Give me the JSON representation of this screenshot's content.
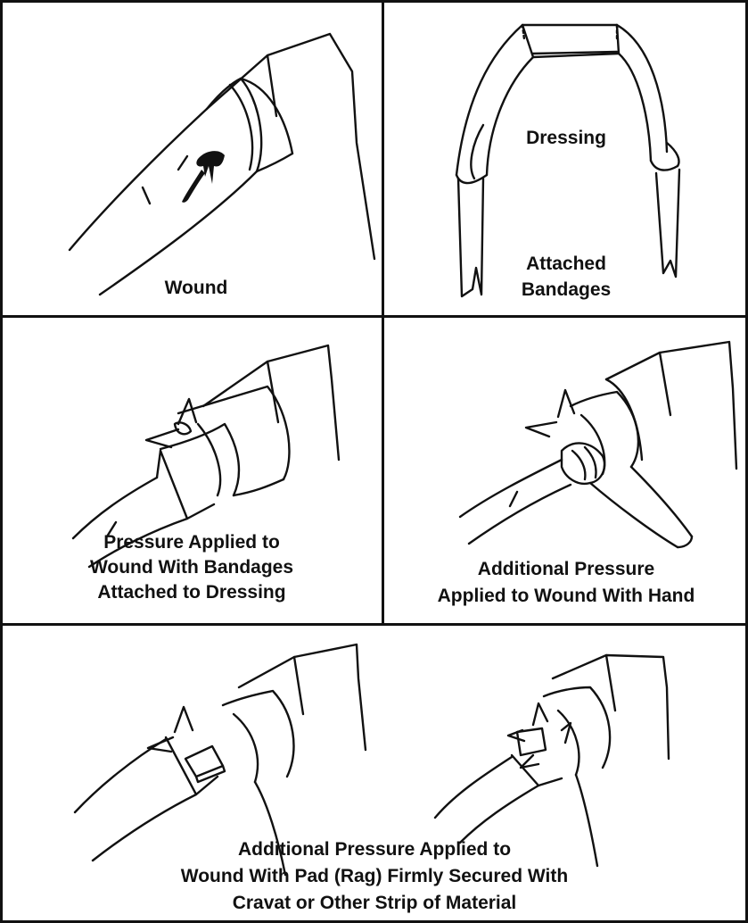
{
  "panels": {
    "wound": {
      "caption": "Wound"
    },
    "dressing": {
      "caption_top": "Dressing",
      "caption_bottom": [
        "Attached",
        "Bandages"
      ]
    },
    "pressure_bandages": {
      "caption": [
        "Pressure Applied to",
        "Wound With Bandages",
        "Attached to Dressing"
      ]
    },
    "pressure_hand": {
      "caption": [
        "Additional Pressure",
        "Applied to Wound With Hand"
      ]
    },
    "pressure_pad": {
      "caption": [
        "Additional Pressure Applied to",
        "Wound With Pad (Rag) Firmly Secured With",
        "Cravat or Other Strip of Material"
      ]
    }
  },
  "colors": {
    "ink": "#111111",
    "paper": "#ffffff"
  }
}
